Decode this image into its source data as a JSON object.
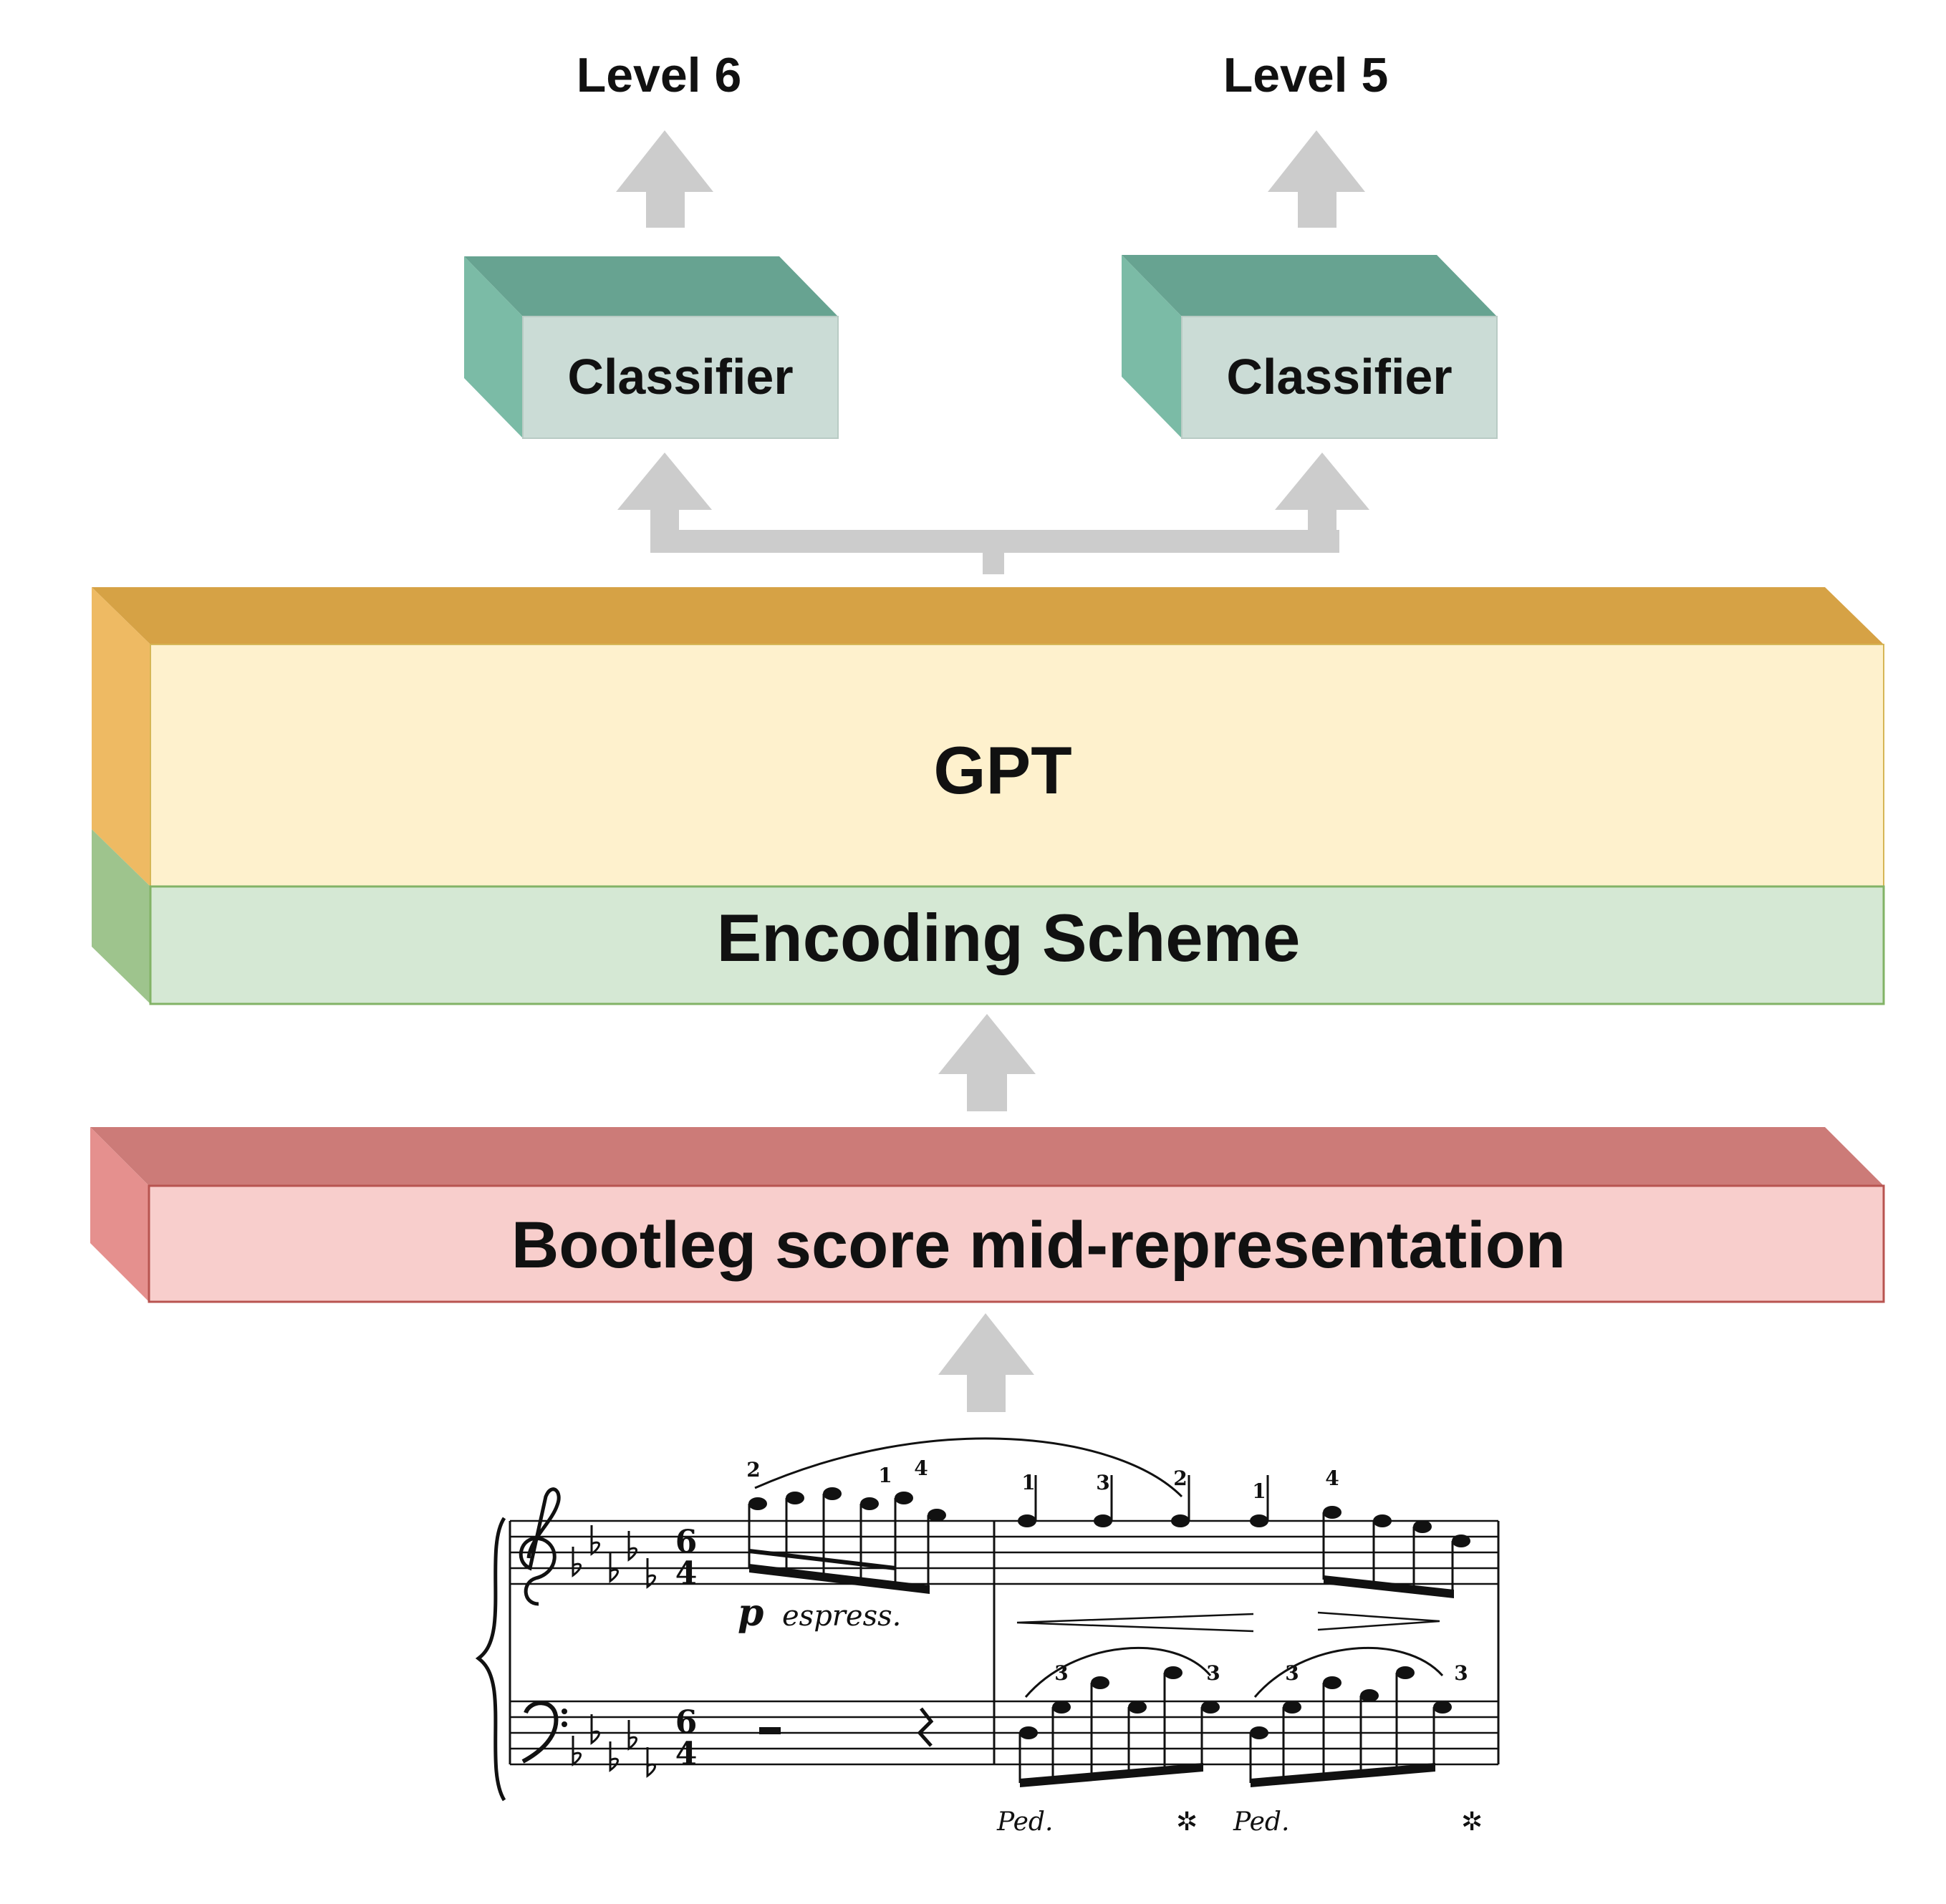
{
  "outputs": {
    "left_label": "Level 6",
    "right_label": "Level 5"
  },
  "classifiers": {
    "left_label": "Classifier",
    "right_label": "Classifier"
  },
  "model": {
    "gpt_label": "GPT",
    "encoding_label": "Encoding Scheme"
  },
  "input": {
    "bootleg_label": "Bootleg score mid-representation"
  },
  "score": {
    "dynamic_marking": "p",
    "expression_text": "espress.",
    "fingering": {
      "f1": "2",
      "f2": "1",
      "f3": "4",
      "f4": "1",
      "f5": "3",
      "f6": "2",
      "f7": "1",
      "f8": "4"
    },
    "time_signature": {
      "treble_top": "6",
      "treble_bottom": "4",
      "bass_top": "6",
      "bass_bottom": "4"
    },
    "triplets": {
      "t1": "3",
      "t2": "3",
      "t3": "3",
      "t4": "3"
    },
    "pedal": {
      "ped1": "Ped.",
      "ped2": "Ped.",
      "release1": "✲",
      "release2": "✲"
    }
  },
  "colors": {
    "arrow": "#cccccc",
    "classifier_front": "#cbdcd6",
    "classifier_top": "#67a391",
    "classifier_side": "#7bbba6",
    "gpt_front": "#fef1cd",
    "gpt_top": "#d6a245",
    "gpt_side": "#eeba63",
    "encoding_front": "#d5e8d4",
    "encoding_side": "#9ec48d",
    "encoding_border": "#82b366",
    "bootleg_front": "#f8cecc",
    "bootleg_top": "#cc7b78",
    "bootleg_side": "#e5908e",
    "bootleg_border": "#b85450"
  }
}
